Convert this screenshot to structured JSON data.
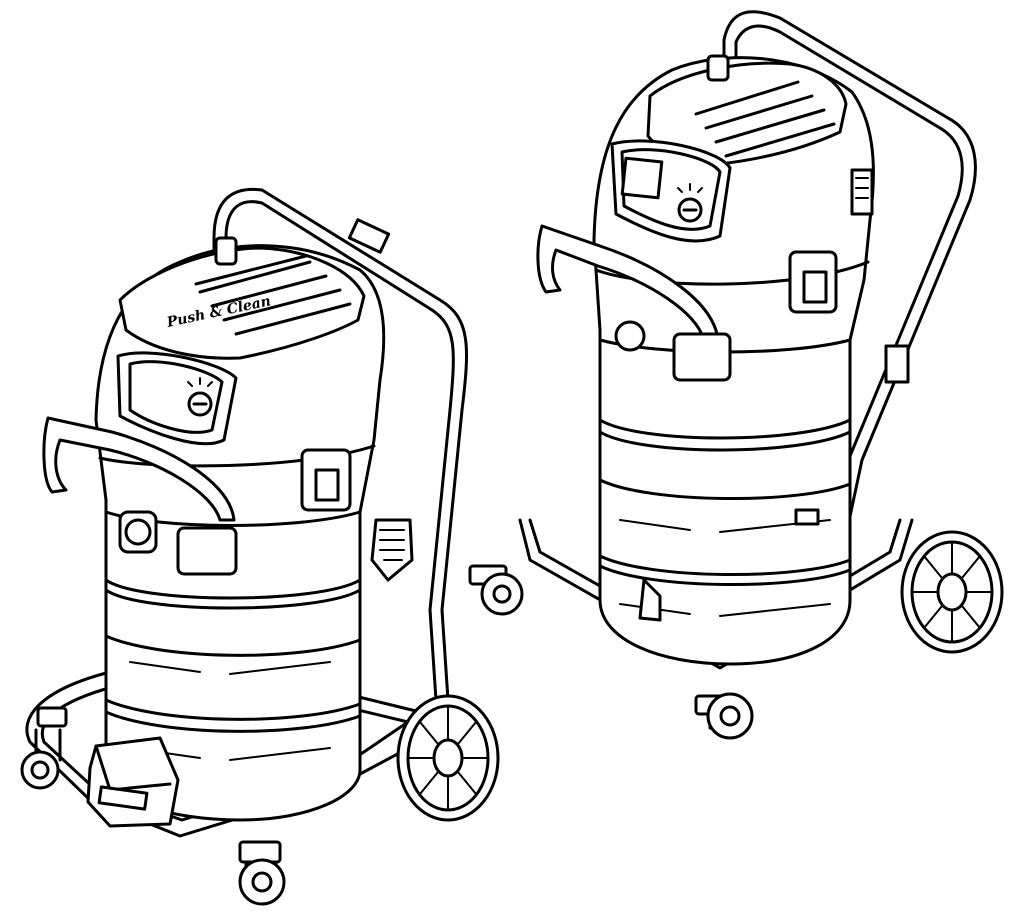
{
  "figure": {
    "views": [
      {
        "id": "front-view",
        "lid_label": "Push & Clean"
      },
      {
        "id": "rear-view"
      }
    ],
    "colors": {
      "line": "#000000",
      "background": "#ffffff"
    }
  }
}
